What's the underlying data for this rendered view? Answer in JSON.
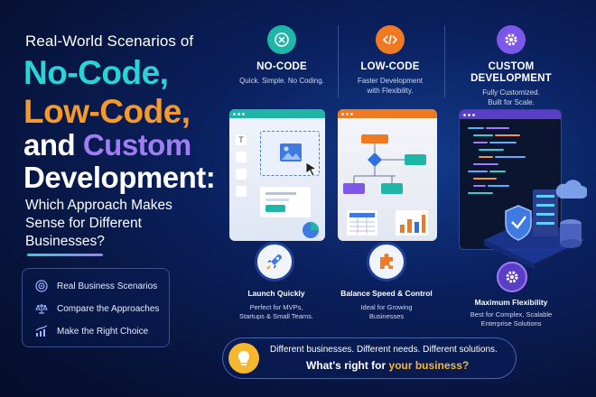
{
  "headline": {
    "lead": "Real-World Scenarios of",
    "line1": "No-Code,",
    "line2": "Low-Code,",
    "line3_and": "and",
    "line3_custom": "Custom",
    "line4": "Development:",
    "question_line1": "Which Approach Makes",
    "question_line2": "Sense for Different",
    "question_line3": "Businesses?"
  },
  "checklist": [
    {
      "label": "Real Business Scenarios",
      "icon": "target-icon"
    },
    {
      "label": "Compare the Approaches",
      "icon": "scale-icon"
    },
    {
      "label": "Make the Right Choice",
      "icon": "trend-chart-icon"
    }
  ],
  "columns": [
    {
      "title": "NO-CODE",
      "desc_line1": "Quick. Simple. No Coding.",
      "desc_line2": "",
      "icon": "no-code-x-icon",
      "caption_title": "Launch Quickly",
      "caption_line1": "Perfect for MVPs,",
      "caption_line2": "Startups & Small Teams."
    },
    {
      "title": "LOW-CODE",
      "desc_line1": "Faster Development",
      "desc_line2": "with Flexibility.",
      "icon": "code-brackets-icon",
      "caption_title": "Balance Speed & Control",
      "caption_line1": "Ideal for Growing",
      "caption_line2": "Businesses"
    },
    {
      "title_line1": "CUSTOM",
      "title_line2": "DEVELOPMENT",
      "desc_line1": "Fully Customized.",
      "desc_line2": "Built for Scale.",
      "icon": "gear-icon",
      "caption_title": "Maximum Flexibility",
      "caption_line1": "Best for Complex, Scalable",
      "caption_line2": "Enterprise Solutions"
    }
  ],
  "bottom": {
    "line1": "Different businesses. Different needs. Different solutions.",
    "line2_pre": "What's right for ",
    "line2_hl": "your business?"
  },
  "colors": {
    "teal": "#29d3d8",
    "orange": "#f59a2a",
    "purple": "#a27cf5",
    "yellow": "#f5b730"
  }
}
